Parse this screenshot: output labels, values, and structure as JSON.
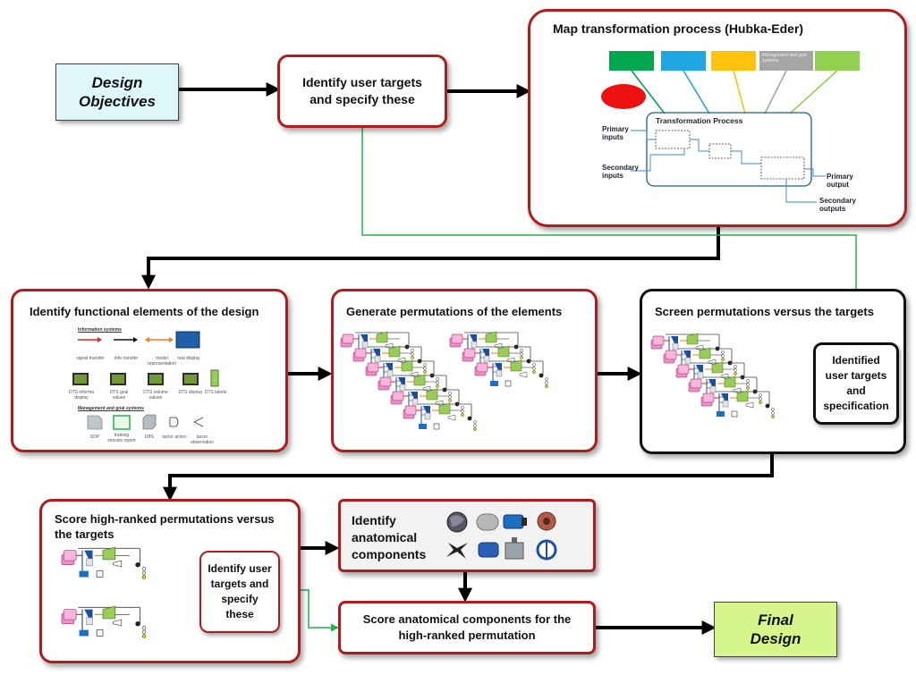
{
  "nodes": {
    "design_objectives": {
      "line1": "Design",
      "line2": "Objectives"
    },
    "identify_user_targets": "Identify user targets and specify these",
    "map_transformation": {
      "title": "Map transformation process (Hubka-Eder)",
      "process_title": "Transformation Process",
      "primary_inputs": "Primary inputs",
      "secondary_inputs": "Secondary inputs",
      "primary_output": "Primary output",
      "secondary_outputs": "Secondary outputs",
      "legend_colors": [
        "#00a650",
        "#1ea6e0",
        "#ffc20e",
        "#a6a6a6",
        "#92d050"
      ],
      "legend_gray_text": "Management and goal systems",
      "circle_color": "#ee1111"
    },
    "identify_functional": {
      "title": "Identify functional elements of the design",
      "section1": "Information systems",
      "row1": [
        "signal transfer",
        "info transfer",
        "model representation",
        "real display"
      ],
      "row2": [
        "DTS informa display",
        "DTS goal values",
        "DTS volume values",
        "DTS display",
        "DTS labels"
      ],
      "section2": "Management and goal systems",
      "row3": [
        "SOP",
        "training session report",
        "DBS",
        "tactor action",
        "tactor observation"
      ]
    },
    "generate_permutations": {
      "title": "Generate permutations of the elements"
    },
    "screen_permutations": {
      "title": "Screen permutations versus the targets",
      "inner": "Identified user targets and specification"
    },
    "score_high_ranked": {
      "title": "Score high-ranked permutations versus the targets",
      "inner": "Identify user targets and specify these"
    },
    "identify_anatomical": {
      "title": "Identify anatomical components"
    },
    "score_anatomical": "Score anatomical components for the high-ranked permutation",
    "final_design": {
      "line1": "Final",
      "line2": "Design"
    }
  },
  "colors": {
    "accent_red": "#b01c1c",
    "flow_black": "#000000",
    "flow_green": "#22b14c",
    "objectives_fill": "#dff7fb",
    "final_fill": "#d6f58a"
  }
}
